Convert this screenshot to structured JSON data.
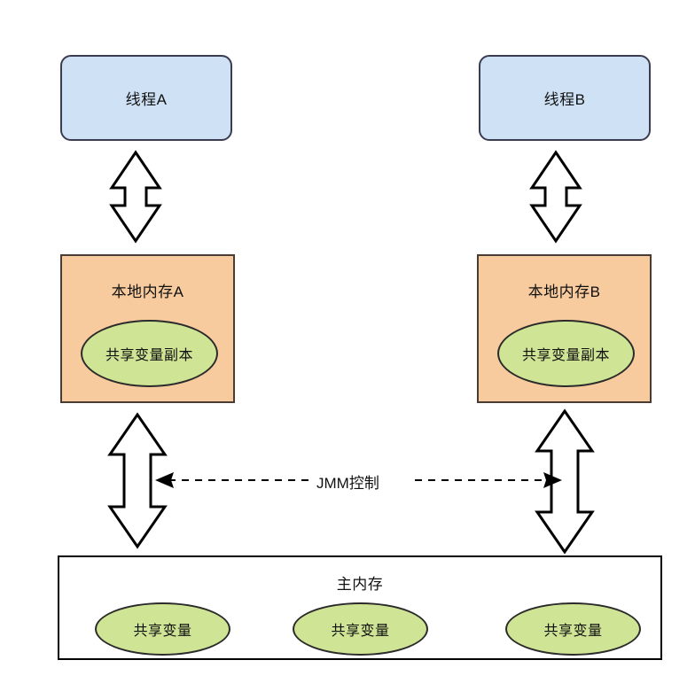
{
  "diagram": {
    "title": "Java Memory Model (JMM) thread / local memory / main memory diagram",
    "colors": {
      "thread_fill": "#cfe2f5",
      "thread_border": "#3c3c50",
      "local_memory_fill": "#f7cb9d",
      "local_memory_border": "#4a3b33",
      "main_memory_fill": "#ffffff",
      "main_memory_border": "#000000",
      "variable_fill": "#cfe495",
      "variable_border": "#2b2b2b",
      "arrow_fill": "#ffffff",
      "arrow_stroke": "#000000",
      "background": "#ffffff"
    },
    "threads": [
      {
        "label": "线程A"
      },
      {
        "label": "线程B"
      }
    ],
    "local_memories": [
      {
        "label": "本地内存A",
        "variable_label": "共享变量副本"
      },
      {
        "label": "本地内存B",
        "variable_label": "共享变量副本"
      }
    ],
    "main_memory": {
      "label": "主内存",
      "variables": [
        {
          "label": "共享变量"
        },
        {
          "label": "共享变量"
        },
        {
          "label": "共享变量"
        }
      ]
    },
    "control": {
      "label": "JMM控制",
      "left_arrow_direction": "left",
      "right_arrow_direction": "right",
      "line_style": "dashed"
    },
    "connectors": [
      {
        "from": "线程A",
        "to": "本地内存A",
        "style": "double-headed-block-arrow"
      },
      {
        "from": "线程B",
        "to": "本地内存B",
        "style": "double-headed-block-arrow"
      },
      {
        "from": "本地内存A",
        "to": "主内存",
        "style": "double-headed-block-arrow"
      },
      {
        "from": "本地内存B",
        "to": "主内存",
        "style": "double-headed-block-arrow"
      }
    ]
  }
}
